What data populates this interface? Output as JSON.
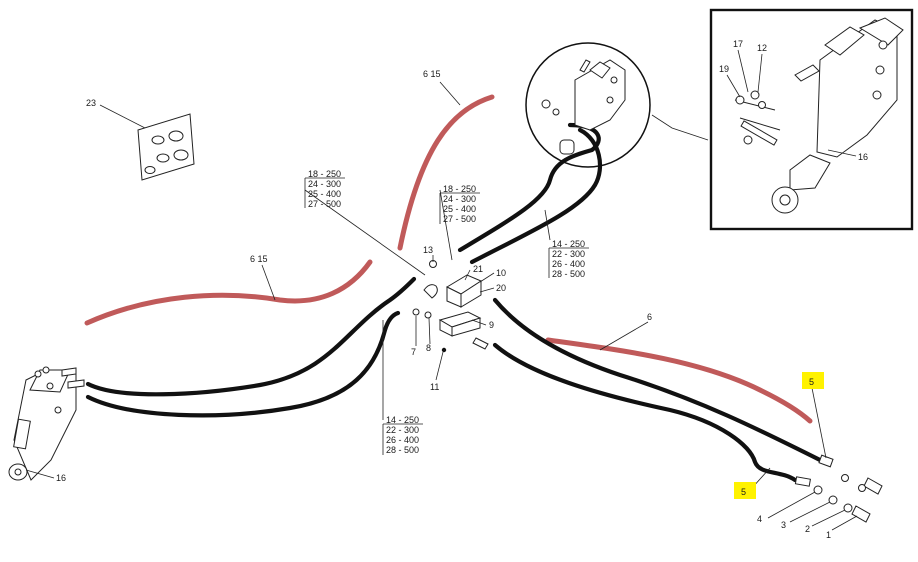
{
  "colors": {
    "hose": "#111111",
    "alternative_hose": "#c05a5a",
    "highlight": "#fff200",
    "line": "#222222",
    "background": "#ffffff"
  },
  "labels": {
    "callout_1": "1",
    "callout_2": "2",
    "callout_3": "3",
    "callout_4": "4",
    "callout_5_top": "5",
    "callout_5_bottom": "5",
    "callout_6_right": "6",
    "callout_6_15_top": "6 15",
    "callout_6_15_left": "6 15",
    "callout_7": "7",
    "callout_8": "8",
    "callout_9": "9",
    "callout_10": "10",
    "callout_11": "11",
    "callout_12": "12",
    "callout_13": "13",
    "callout_16_left": "16",
    "callout_16_inset": "16",
    "callout_17": "17",
    "callout_19": "19",
    "callout_20": "20",
    "callout_21": "21",
    "callout_23": "23"
  },
  "length_tables": {
    "hose_18_upper_left": [
      "18 - 250",
      "24 - 300",
      "25 - 400",
      "27 - 500"
    ],
    "hose_18_center": [
      "18 - 250",
      "24 - 300",
      "25 - 400",
      "27 - 500"
    ],
    "hose_14_right": [
      "14 - 250",
      "22 - 300",
      "26 - 400",
      "28 - 500"
    ],
    "hose_14_lower": [
      "14 - 250",
      "22 - 300",
      "26 - 400",
      "28 - 500"
    ]
  }
}
